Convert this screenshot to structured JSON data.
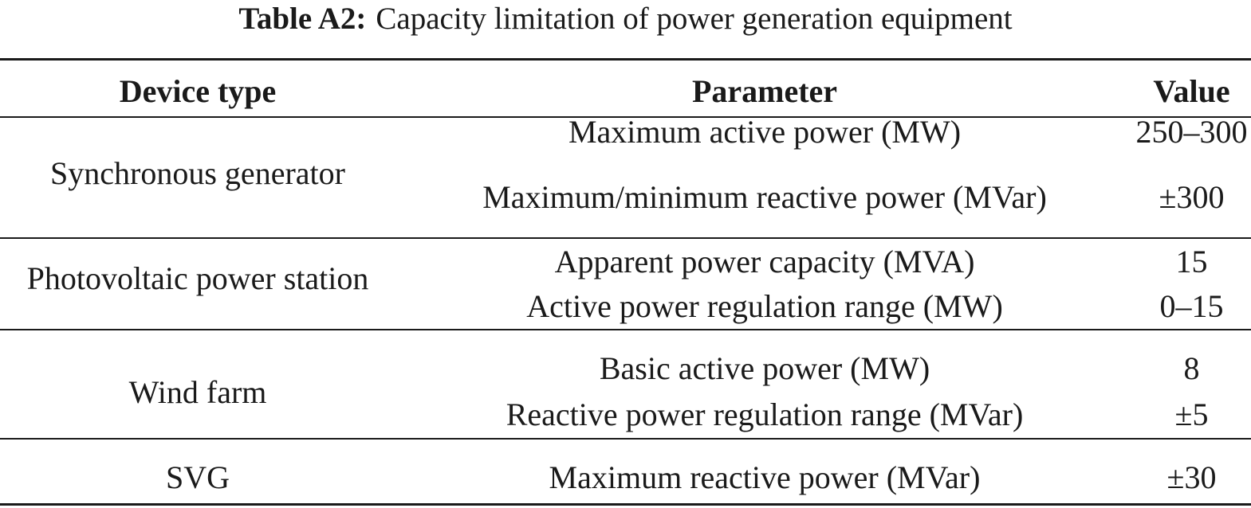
{
  "caption": {
    "label": "Table A2:",
    "text": "Capacity limitation of power generation equipment"
  },
  "table": {
    "headers": [
      "Device type",
      "Parameter",
      "Value"
    ],
    "groups": [
      {
        "device": "Synchronous generator",
        "rows": [
          {
            "parameter": "Maximum active power (MW)",
            "value": "250–300"
          },
          {
            "parameter": "Maximum/minimum reactive power (MVar)",
            "value": "±300"
          }
        ]
      },
      {
        "device": "Photovoltaic power station",
        "rows": [
          {
            "parameter": "Apparent power capacity (MVA)",
            "value": "15"
          },
          {
            "parameter": "Active power regulation range (MW)",
            "value": "0–15"
          }
        ]
      },
      {
        "device": "Wind farm",
        "rows": [
          {
            "parameter": "Basic active power (MW)",
            "value": "8"
          },
          {
            "parameter": "Reactive power regulation range (MVar)",
            "value": "±5"
          }
        ]
      },
      {
        "device": "SVG",
        "rows": [
          {
            "parameter": "Maximum reactive power (MVar)",
            "value": "±30"
          }
        ]
      }
    ]
  }
}
